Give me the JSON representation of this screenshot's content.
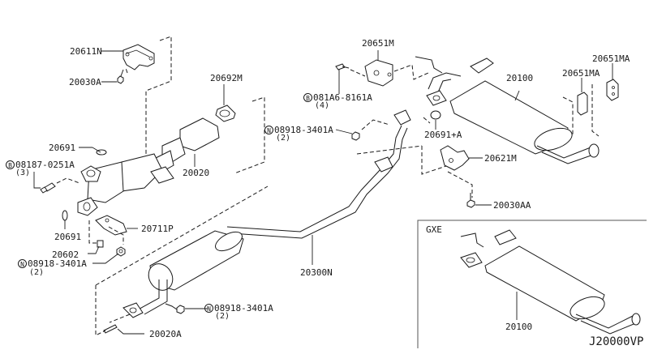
{
  "diagram": {
    "title": "Exhaust Tube & Muffler",
    "diagram_code": "J20000VP",
    "inset_label": "GXE",
    "labels": {
      "p20611N": "20611N",
      "p20030A": "20030A",
      "p20692M": "20692M",
      "p20691_left": "20691",
      "p08187": "08187-0251A",
      "p08187_qty": "(3)",
      "p08187_prefix": "B",
      "p20020": "20020",
      "p20691_lower": "20691",
      "p20711P": "20711P",
      "p20602": "20602",
      "p08918_left": "08918-3401A",
      "p08918_left_qty": "(2)",
      "p08918_left_prefix": "N",
      "p20300N": "20300N",
      "p08918_bottom": "08918-3401A",
      "p08918_bottom_qty": "(2)",
      "p08918_bottom_prefix": "N",
      "p20020A": "20020A",
      "p20651M": "20651M",
      "p081A6": "081A6-8161A",
      "p081A6_qty": "(4)",
      "p081A6_prefix": "B",
      "p08918_mid": "08918-3401A",
      "p08918_mid_qty": "(2)",
      "p08918_mid_prefix": "N",
      "p20691A": "20691+A",
      "p20621M": "20621M",
      "p20030AA": "20030AA",
      "p20100": "20100",
      "p20651MA_1": "20651MA",
      "p20651MA_2": "20651MA",
      "p20100_gxe": "20100"
    }
  }
}
